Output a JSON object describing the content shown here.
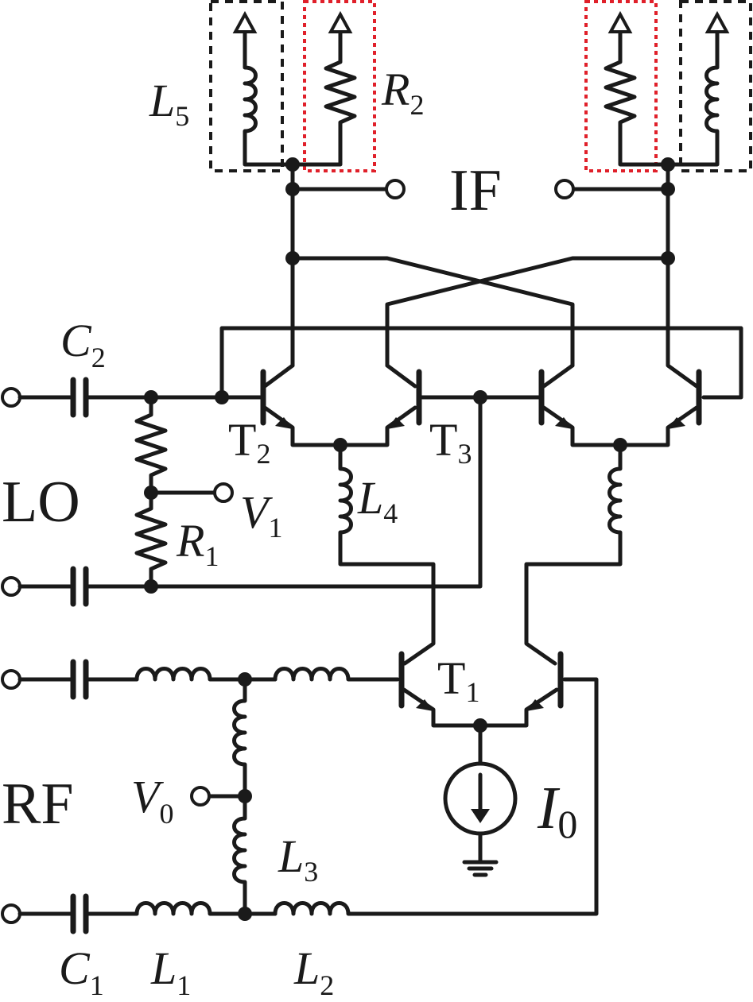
{
  "ports": {
    "if": "IF",
    "lo": "LO",
    "rf": "RF"
  },
  "components": {
    "C2": {
      "letter": "C",
      "sub": "2"
    },
    "C1": {
      "letter": "C",
      "sub": "1"
    },
    "L1": {
      "letter": "L",
      "sub": "1"
    },
    "L2": {
      "letter": "L",
      "sub": "2"
    },
    "L3": {
      "letter": "L",
      "sub": "3"
    },
    "L4": {
      "letter": "L",
      "sub": "4"
    },
    "L5": {
      "letter": "L",
      "sub": "5"
    },
    "R1": {
      "letter": "R",
      "sub": "1"
    },
    "R2": {
      "letter": "R",
      "sub": "2"
    },
    "V0": {
      "letter": "V",
      "sub": "0"
    },
    "V1": {
      "letter": "V",
      "sub": "1"
    },
    "I0": {
      "letter": "I",
      "sub": "0"
    },
    "T1": {
      "letter": "T",
      "sub": "1"
    },
    "T2": {
      "letter": "T",
      "sub": "2"
    },
    "T3": {
      "letter": "T",
      "sub": "3"
    }
  },
  "colors": {
    "wire": "#1a1a1a",
    "load_box_black": "#1a1a1a",
    "load_box_red": "#e0202a"
  }
}
